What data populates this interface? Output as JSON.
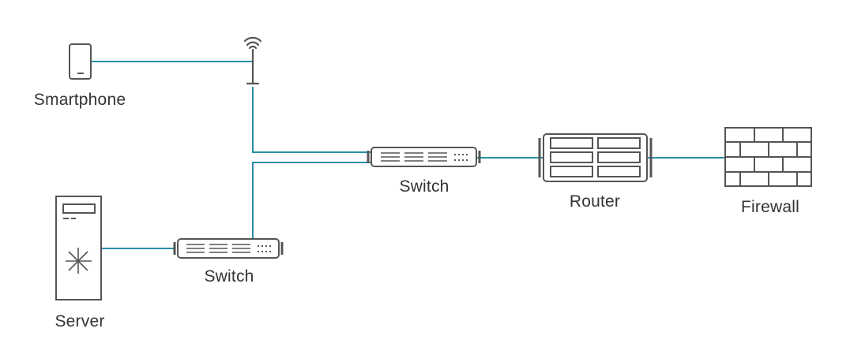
{
  "nodes": {
    "smartphone": {
      "label": "Smartphone",
      "icon": "smartphone-icon"
    },
    "access_point": {
      "icon": "wireless-antenna-icon"
    },
    "switch_main": {
      "label": "Switch",
      "icon": "network-switch-icon"
    },
    "switch_server": {
      "label": "Switch",
      "icon": "network-switch-icon"
    },
    "router": {
      "label": "Router",
      "icon": "router-icon"
    },
    "firewall": {
      "label": "Firewall",
      "icon": "firewall-brick-icon"
    },
    "server": {
      "label": "Server",
      "icon": "server-tower-icon"
    }
  },
  "links": [
    [
      "smartphone",
      "access_point"
    ],
    [
      "access_point",
      "switch_main"
    ],
    [
      "switch_server",
      "switch_main"
    ],
    [
      "switch_main",
      "router"
    ],
    [
      "router",
      "firewall"
    ],
    [
      "server",
      "switch_server"
    ]
  ],
  "colors": {
    "link": "#2a8fa5",
    "icon_stroke": "#555555",
    "label": "#333333"
  }
}
